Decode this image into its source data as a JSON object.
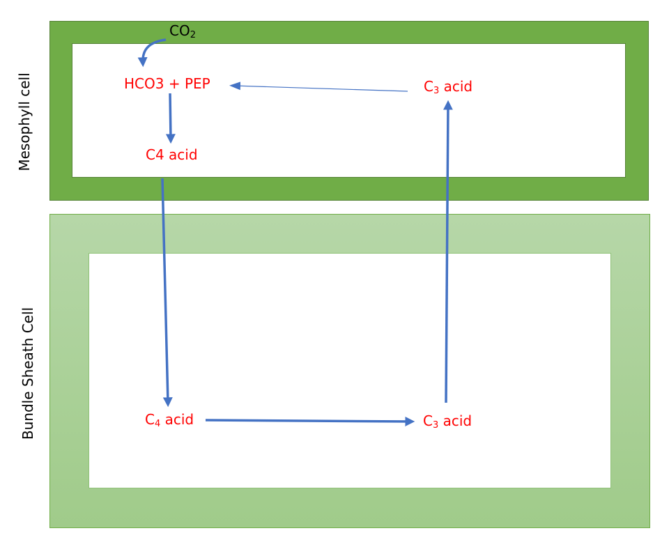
{
  "diagram": {
    "title": "C4 carbon fixation pathway",
    "colors": {
      "mesophyll_fill": "#70ad47",
      "bundle_sheath_fill": "#a9d18e",
      "arrow": "#4472c4",
      "metabolite_text": "#ff0000",
      "label_text": "#000000"
    },
    "cells": {
      "mesophyll": {
        "label": "Mesophyll cell"
      },
      "bundle_sheath": {
        "label": "Bundle Sheath Cell"
      }
    },
    "nodes": {
      "co2": {
        "base": "CO",
        "sub": "2"
      },
      "hco3_pep": {
        "text": "HCO3 + PEP"
      },
      "c4_acid_meso": {
        "text": "C4 acid"
      },
      "c3_acid_meso": {
        "base": "C",
        "sub": "3",
        "rest": " acid"
      },
      "c4_acid_bs": {
        "base": "C",
        "sub": "4",
        "rest": " acid"
      },
      "c3_acid_bs": {
        "base": "C",
        "sub": "3",
        "rest": " acid"
      }
    },
    "edges": [
      {
        "from": "co2",
        "to": "hco3_pep",
        "style": "curved"
      },
      {
        "from": "hco3_pep",
        "to": "c4_acid_meso"
      },
      {
        "from": "c4_acid_meso",
        "to": "c4_acid_bs"
      },
      {
        "from": "c4_acid_bs",
        "to": "c3_acid_bs"
      },
      {
        "from": "c3_acid_bs",
        "to": "c3_acid_meso"
      },
      {
        "from": "c3_acid_meso",
        "to": "hco3_pep",
        "style": "thin"
      }
    ]
  }
}
